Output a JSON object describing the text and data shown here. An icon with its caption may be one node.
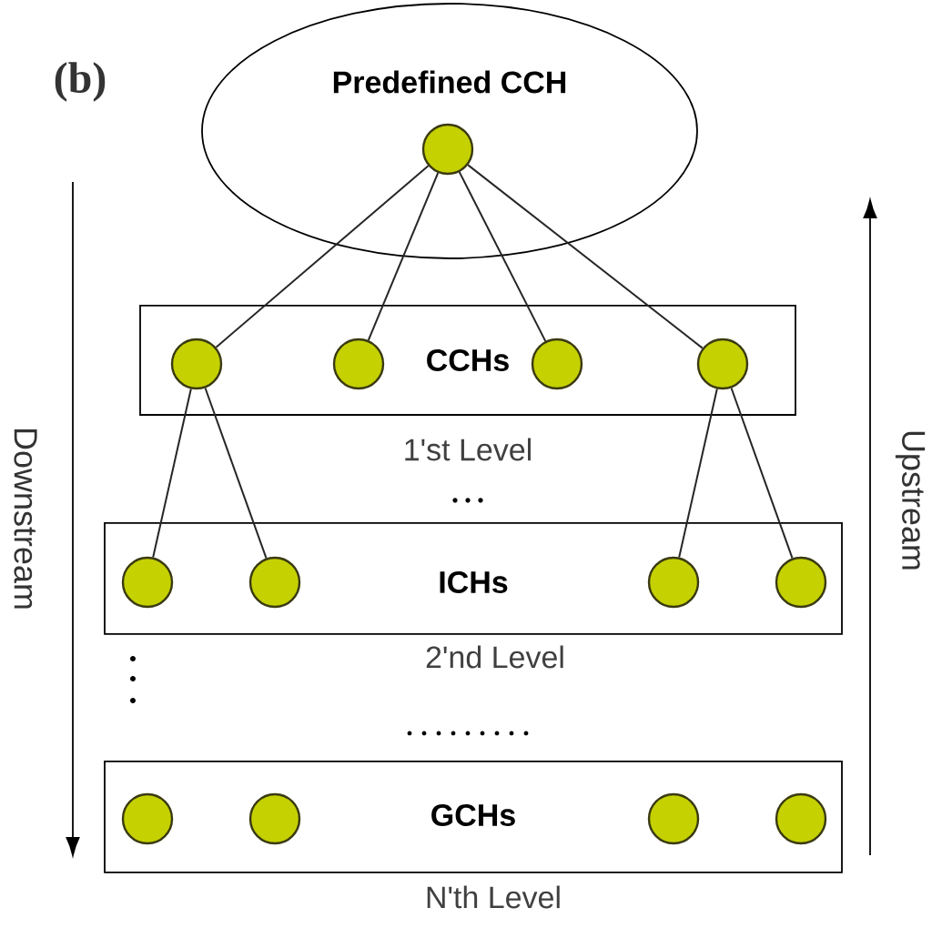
{
  "diagram": {
    "nodes": [
      {
        "text": [
          "Predefined CCH"
        ]
      },
      {
        "text": [],
        "shape": "circle",
        "in": 0
      },
      {
        "text": [
          "CCHs"
        ],
        "beside": [
          "1'st Level"
        ]
      },
      {
        "text": [],
        "shape": "circle",
        "in": 2
      },
      {
        "text": [],
        "shape": "circle",
        "in": 2
      },
      {
        "text": [],
        "shape": "circle",
        "in": 2
      },
      {
        "text": [],
        "shape": "circle",
        "in": 2
      },
      {
        "text": [
          "ICHs"
        ],
        "beside": [
          "2'nd Level"
        ]
      },
      {
        "text": [],
        "shape": "circle",
        "in": 7
      },
      {
        "text": [],
        "shape": "circle",
        "in": 7
      },
      {
        "text": [],
        "shape": "circle",
        "in": 7
      },
      {
        "text": [],
        "shape": "circle",
        "in": 7
      },
      {
        "text": [
          "GCHs"
        ],
        "beside": [
          "N'th Level"
        ]
      },
      {
        "text": [],
        "shape": "circle",
        "in": 12
      },
      {
        "text": [],
        "shape": "circle",
        "in": 12
      },
      {
        "text": [],
        "shape": "circle",
        "in": 12
      },
      {
        "text": [],
        "shape": "circle",
        "in": 12
      }
    ],
    "edges": [
      {
        "from": 1,
        "to": 3,
        "arrow": "none"
      },
      {
        "from": 1,
        "to": 4,
        "arrow": "none"
      },
      {
        "from": 1,
        "to": 5,
        "arrow": "none"
      },
      {
        "from": 1,
        "to": 6,
        "arrow": "none"
      },
      {
        "from": 3,
        "to": 8,
        "arrow": "none"
      },
      {
        "from": 3,
        "to": 9,
        "arrow": "none"
      },
      {
        "from": 6,
        "to": 10,
        "arrow": "none"
      },
      {
        "from": 6,
        "to": 11,
        "arrow": "none"
      }
    ],
    "labels": [
      "(b)",
      "Downstream",
      "Upstream"
    ]
  }
}
